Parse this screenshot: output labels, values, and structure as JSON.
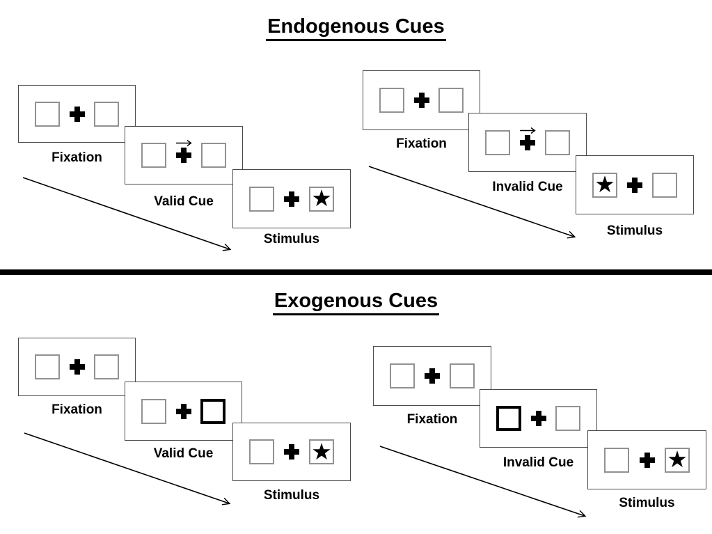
{
  "sections": {
    "endogenous": {
      "title": "Endogenous Cues"
    },
    "exogenous": {
      "title": "Exogenous Cues"
    }
  },
  "groups": [
    {
      "name": "endogenous-valid",
      "panels": [
        {
          "label": "Fixation",
          "left_box": "empty",
          "right_box": "empty",
          "cue_arrow": false
        },
        {
          "label": "Valid Cue",
          "left_box": "empty",
          "right_box": "empty",
          "cue_arrow": true
        },
        {
          "label": "Stimulus",
          "left_box": "empty",
          "right_box": "star",
          "cue_arrow": false
        }
      ]
    },
    {
      "name": "endogenous-invalid",
      "panels": [
        {
          "label": "Fixation",
          "left_box": "empty",
          "right_box": "empty",
          "cue_arrow": false
        },
        {
          "label": "Invalid Cue",
          "left_box": "empty",
          "right_box": "empty",
          "cue_arrow": true
        },
        {
          "label": "Stimulus",
          "left_box": "star",
          "right_box": "empty",
          "cue_arrow": false
        }
      ]
    },
    {
      "name": "exogenous-valid",
      "panels": [
        {
          "label": "Fixation",
          "left_box": "empty",
          "right_box": "empty",
          "cue_arrow": false
        },
        {
          "label": "Valid Cue",
          "left_box": "empty",
          "right_box": "thick",
          "cue_arrow": false
        },
        {
          "label": "Stimulus",
          "left_box": "empty",
          "right_box": "star",
          "cue_arrow": false
        }
      ]
    },
    {
      "name": "exogenous-invalid",
      "panels": [
        {
          "label": "Fixation",
          "left_box": "empty",
          "right_box": "empty",
          "cue_arrow": false
        },
        {
          "label": "Invalid Cue",
          "left_box": "thick",
          "right_box": "empty",
          "cue_arrow": false
        },
        {
          "label": "Stimulus",
          "left_box": "empty",
          "right_box": "star",
          "cue_arrow": false
        }
      ]
    }
  ],
  "symbols": {
    "star": "★",
    "fixation_cross": "plus-cross",
    "cue_arrow": "right-arrow",
    "timeline_arrow": "diagonal-down-right-arrow"
  },
  "colors": {
    "ink": "#000000",
    "panel_border": "#4a4a4a",
    "box_border": "#919191",
    "background": "#ffffff"
  }
}
